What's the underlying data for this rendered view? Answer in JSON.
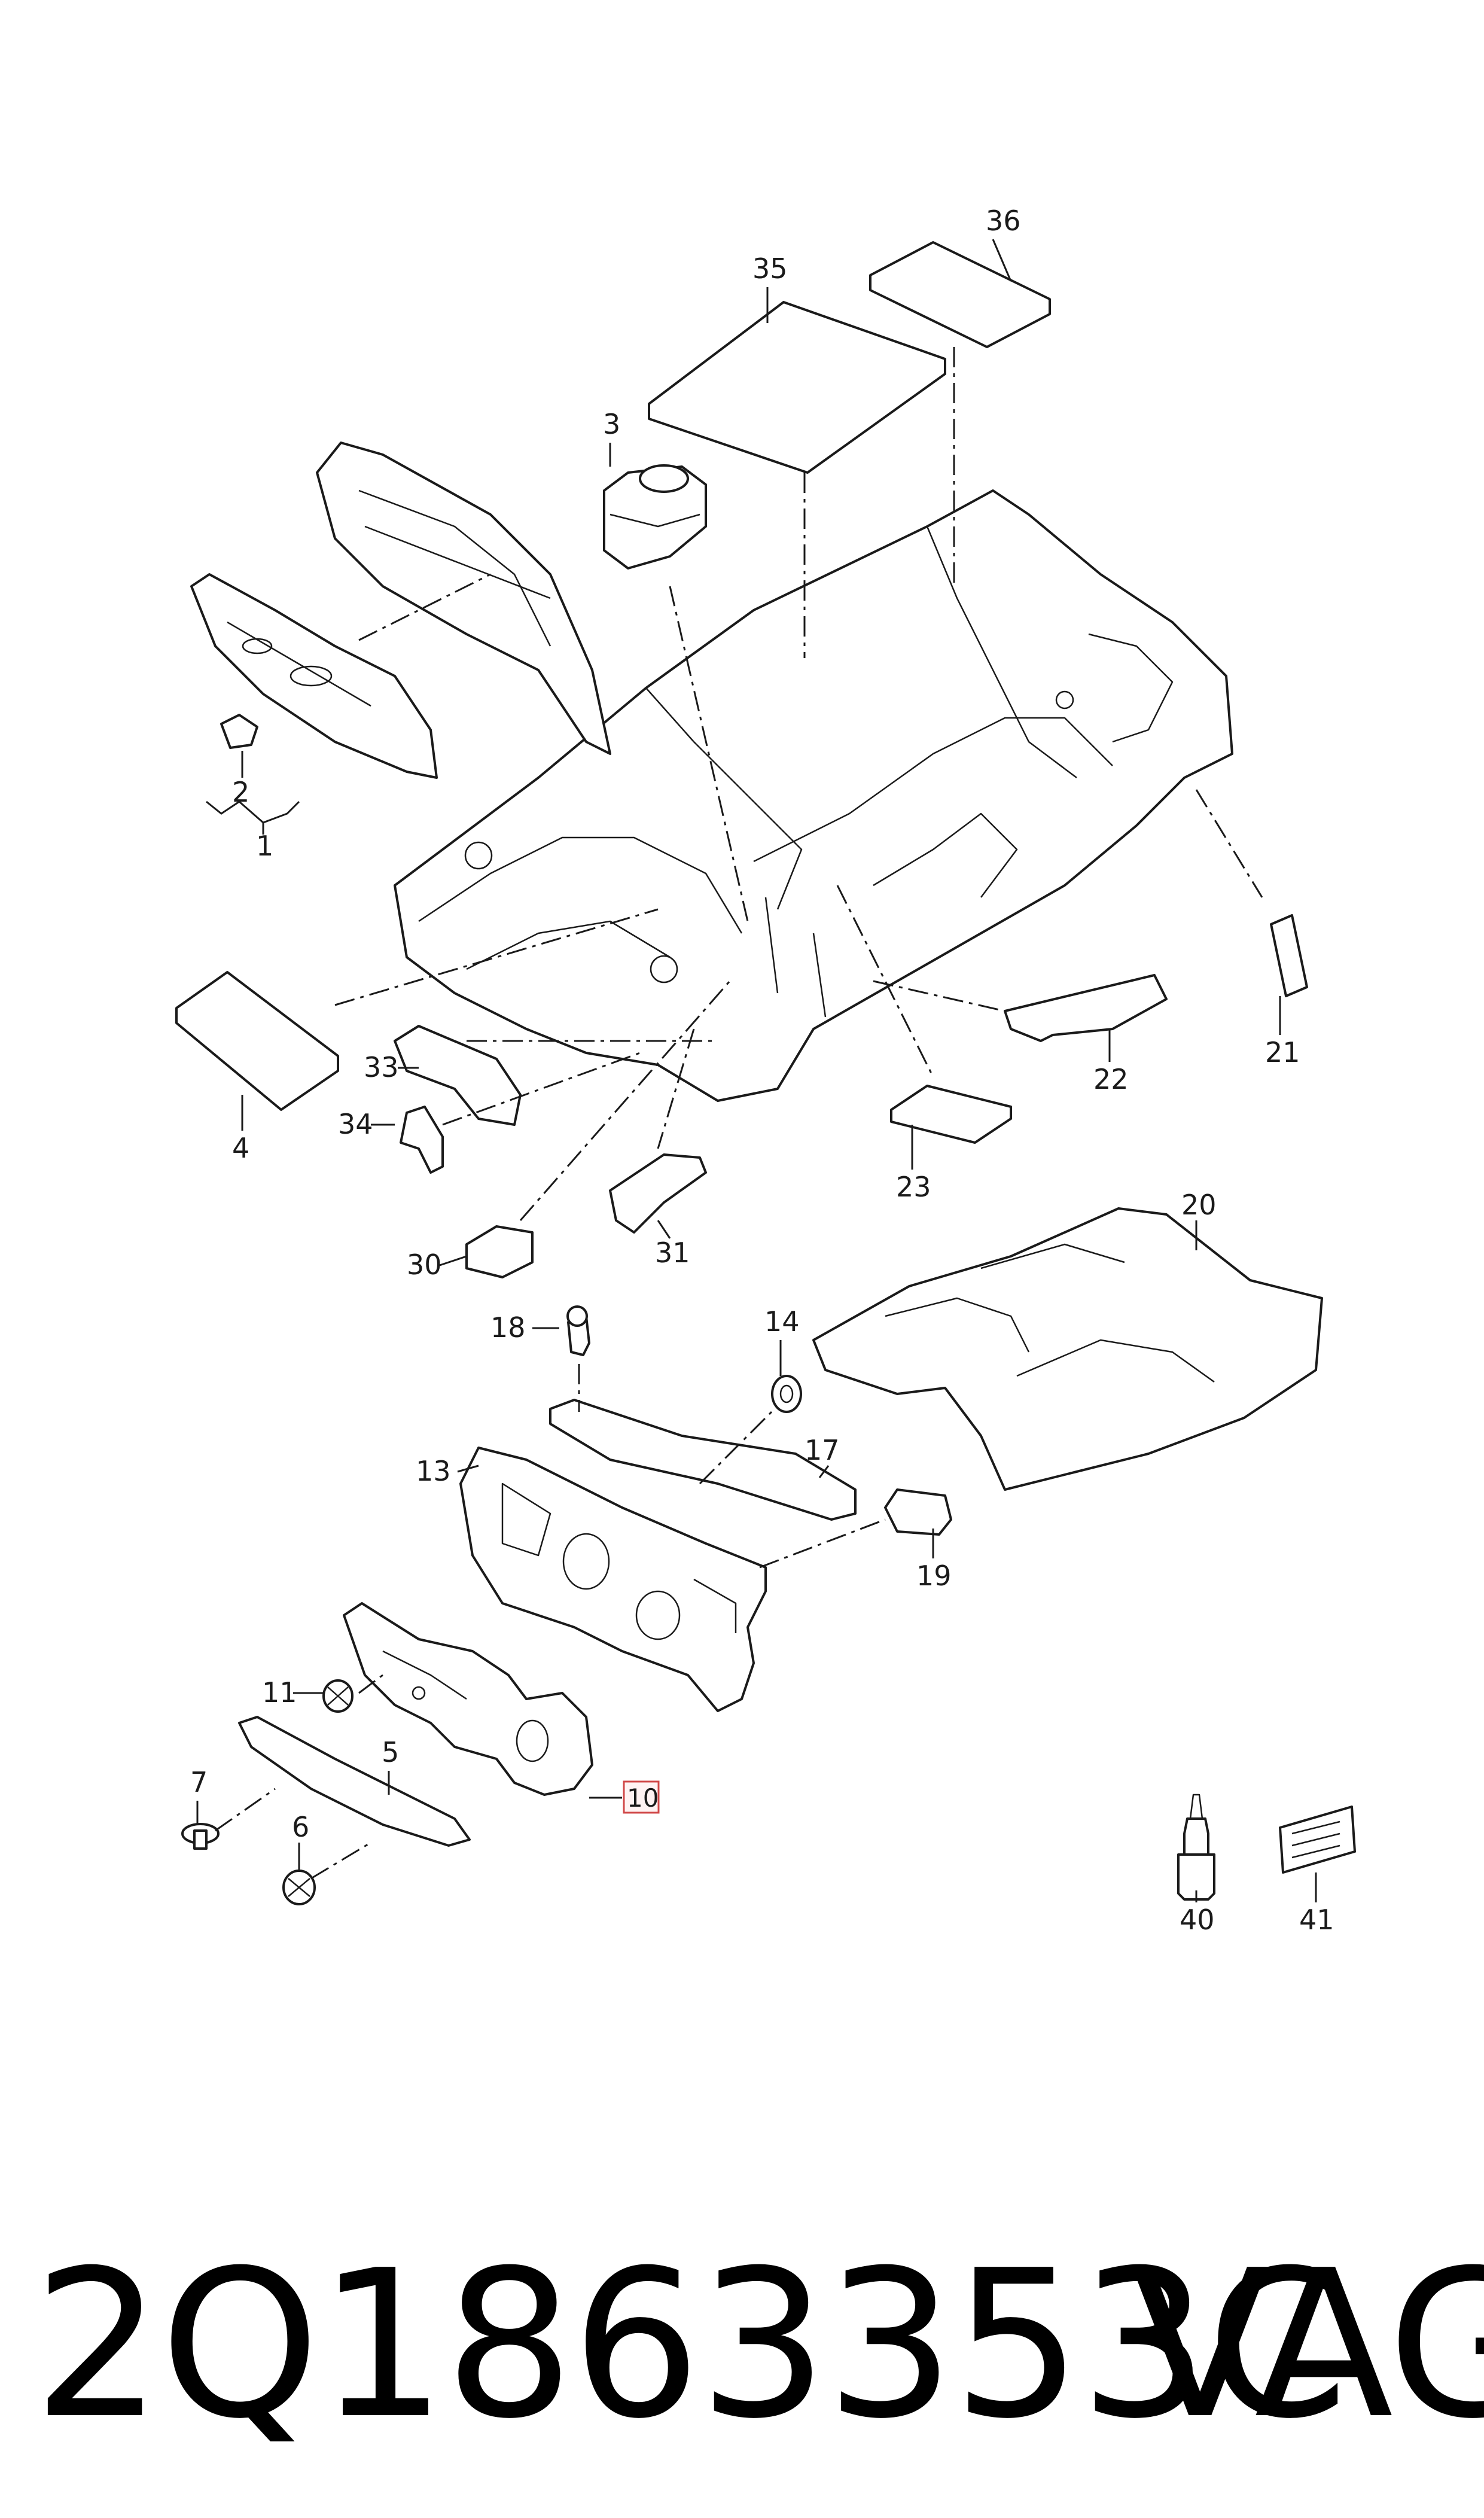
{
  "diagram": {
    "callouts": {
      "c1": "1",
      "c2": "2",
      "c3": "3",
      "c4": "4",
      "c5": "5",
      "c6": "6",
      "c7": "7",
      "c10": "10",
      "c11": "11",
      "c13": "13",
      "c14": "14",
      "c17": "17",
      "c18": "18",
      "c19": "19",
      "c20": "20",
      "c21": "21",
      "c22": "22",
      "c23": "23",
      "c30": "30",
      "c31": "31",
      "c33": "33",
      "c34": "34",
      "c35": "35",
      "c36": "36",
      "c40": "40",
      "c41": "41"
    },
    "highlighted_callout": "10",
    "highlight_color": "#d04848",
    "line_color": "#1a1a1a"
  },
  "footer": {
    "part_number": "2Q1863353C",
    "brand": "VAG"
  }
}
